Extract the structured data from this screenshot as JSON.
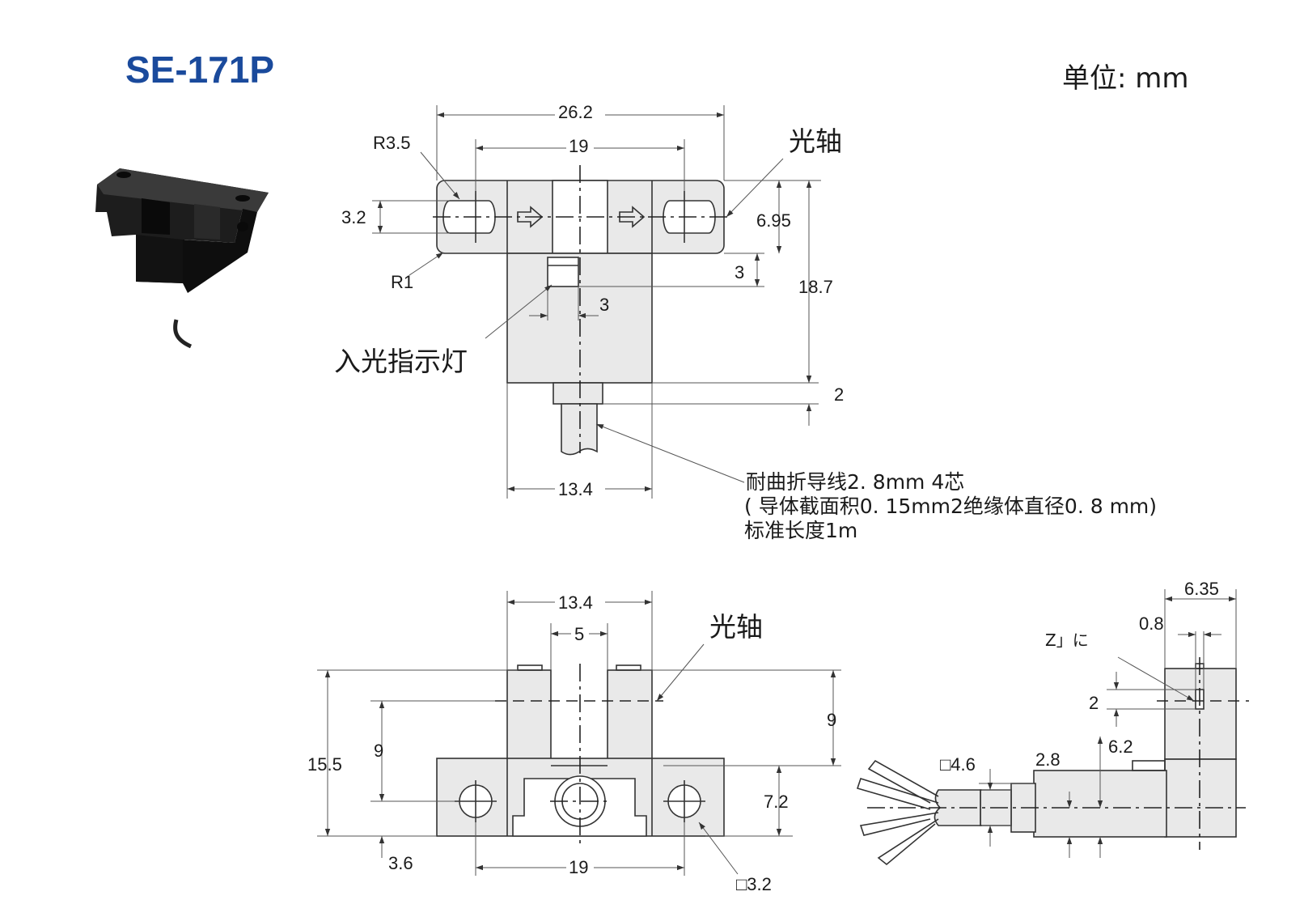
{
  "header": {
    "model": "SE-171P",
    "unit_label": "单位: mm"
  },
  "callouts": {
    "optical_axis_top": "光轴",
    "optical_axis_bottom": "光轴",
    "indicator": "入光指示灯",
    "cable_line1": "耐曲折导线2. 8mm 4芯",
    "cable_line2": "( 导体截面积0. 15mm2绝缘体直径0. 8 mm)",
    "cable_line3": "标准长度1m",
    "z_label": "Z」に",
    "hole_square": "□3.2",
    "cable_square": "□4.6"
  },
  "top_view_dims": {
    "width_total": "26.2",
    "hole_pitch": "19",
    "radius_large": "R3.5",
    "radius_small": "R1",
    "slot_height": "3.2",
    "axis_offset": "6.95",
    "indicator_height": "3",
    "indicator_width": "3",
    "body_height": "18.7",
    "cable_boss": "2",
    "body_width": "13.4"
  },
  "front_view_dims": {
    "body_width": "13.4",
    "slot_width": "5",
    "total_height": "15.5",
    "axis_height": "9",
    "upper_height": "9",
    "base_height": "7.2",
    "bottom_offset": "3.6",
    "hole_pitch": "19"
  },
  "side_view_dims": {
    "width": "6.35",
    "slot_offset": "0.8",
    "slot_height": "2",
    "upper_height": "6.2",
    "boss_height": "2.8"
  }
}
